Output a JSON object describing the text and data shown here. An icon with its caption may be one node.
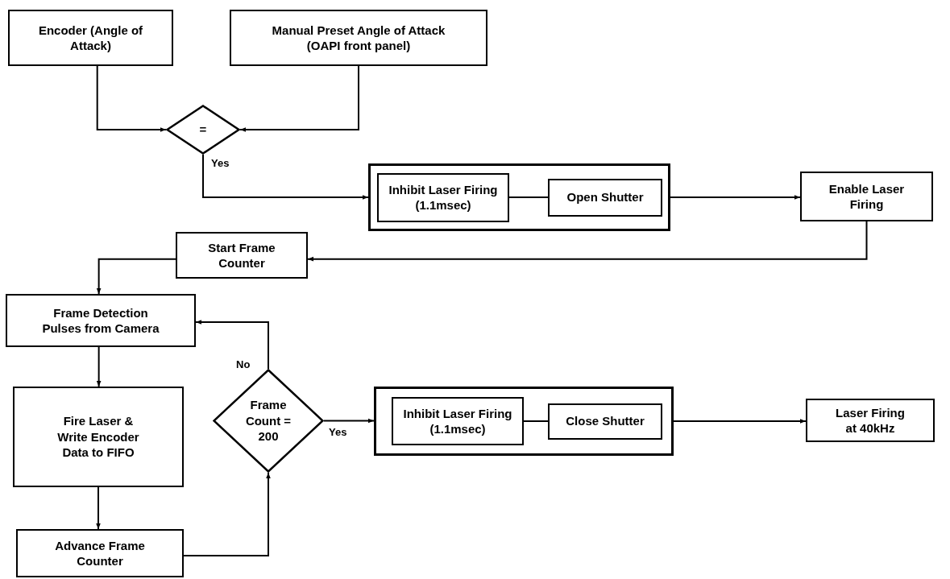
{
  "diagram": {
    "nodes": [
      {
        "text": [
          "Encoder (Angle of Attack)"
        ]
      },
      {
        "text": [
          "Manual Preset Angle of Attack (OAPI front panel)"
        ]
      },
      {
        "text": [
          "="
        ]
      },
      {
        "text": [],
        "shape": "box"
      },
      {
        "text": [
          "Inhibit Laser Firing (1.1msec)"
        ],
        "in": 3
      },
      {
        "text": [
          "Open Shutter"
        ],
        "in": 3
      },
      {
        "text": [
          "Enable Laser Firing"
        ]
      },
      {
        "text": [
          "Start Frame Counter"
        ]
      },
      {
        "text": [
          "Frame Detection Pulses from Camera"
        ]
      },
      {
        "text": [
          "Fire Laser & Write Encoder Data to FIFO"
        ]
      },
      {
        "text": [
          "Advance Frame Counter"
        ]
      },
      {
        "text": [
          "Frame Count = 200"
        ]
      },
      {
        "text": [],
        "shape": "box"
      },
      {
        "text": [
          "Inhibit Laser Firing (1.1msec)"
        ],
        "in": 12
      },
      {
        "text": [
          "Close Shutter"
        ],
        "in": 12
      },
      {
        "text": [
          "Laser Firing at 40kHz"
        ]
      }
    ],
    "edges": [
      {
        "from": 0,
        "to": 2,
        "arrow": "to"
      },
      {
        "from": 1,
        "to": 2,
        "arrow": "to"
      },
      {
        "from": 2,
        "to": 3,
        "arrow": "to",
        "label": "Yes"
      },
      {
        "from": 4,
        "to": 5,
        "arrow": "none"
      },
      {
        "from": 3,
        "to": 6,
        "arrow": "to"
      },
      {
        "from": 6,
        "to": 7,
        "arrow": "to"
      },
      {
        "from": 7,
        "to": 8,
        "arrow": "to"
      },
      {
        "from": 8,
        "to": 9,
        "arrow": "to"
      },
      {
        "from": 9,
        "to": 10,
        "arrow": "to"
      },
      {
        "from": 10,
        "to": 11,
        "arrow": "to"
      },
      {
        "from": 11,
        "to": 8,
        "arrow": "to",
        "label": "No"
      },
      {
        "from": 11,
        "to": 12,
        "arrow": "to",
        "label": "Yes"
      },
      {
        "from": 13,
        "to": 14,
        "arrow": "none"
      },
      {
        "from": 12,
        "to": 15,
        "arrow": "to"
      }
    ]
  }
}
